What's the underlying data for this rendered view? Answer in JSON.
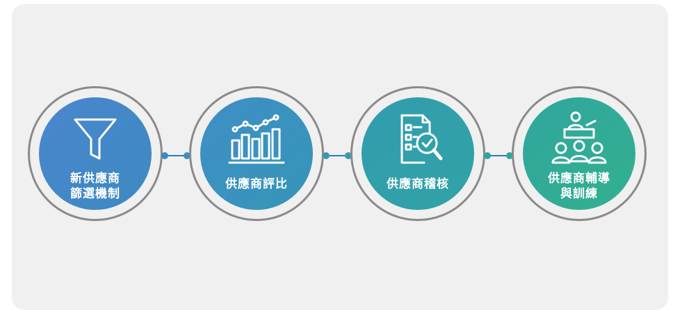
{
  "steps": [
    {
      "icon": "funnel-icon",
      "label_lines": [
        "新供應商",
        "篩選機制"
      ],
      "color_top": "#4a86cd",
      "color_bottom": "#3c8ac2"
    },
    {
      "icon": "bar-line-chart-icon",
      "label_lines": [
        "供應商評比"
      ],
      "color_top": "#3f8ec6",
      "color_bottom": "#3596b6"
    },
    {
      "icon": "document-magnifier-check-icon",
      "label_lines": [
        "供應商稽核"
      ],
      "color_top": "#339caf",
      "color_bottom": "#30a3a6"
    },
    {
      "icon": "group-training-icon",
      "label_lines": [
        "供應商輔導",
        "與訓練"
      ],
      "color_top": "#30a69f",
      "color_bottom": "#33b08e"
    }
  ],
  "connector_color": "#2f78b8",
  "ring_color": "#8a8a8a",
  "panel_color": "#f0f0f0"
}
